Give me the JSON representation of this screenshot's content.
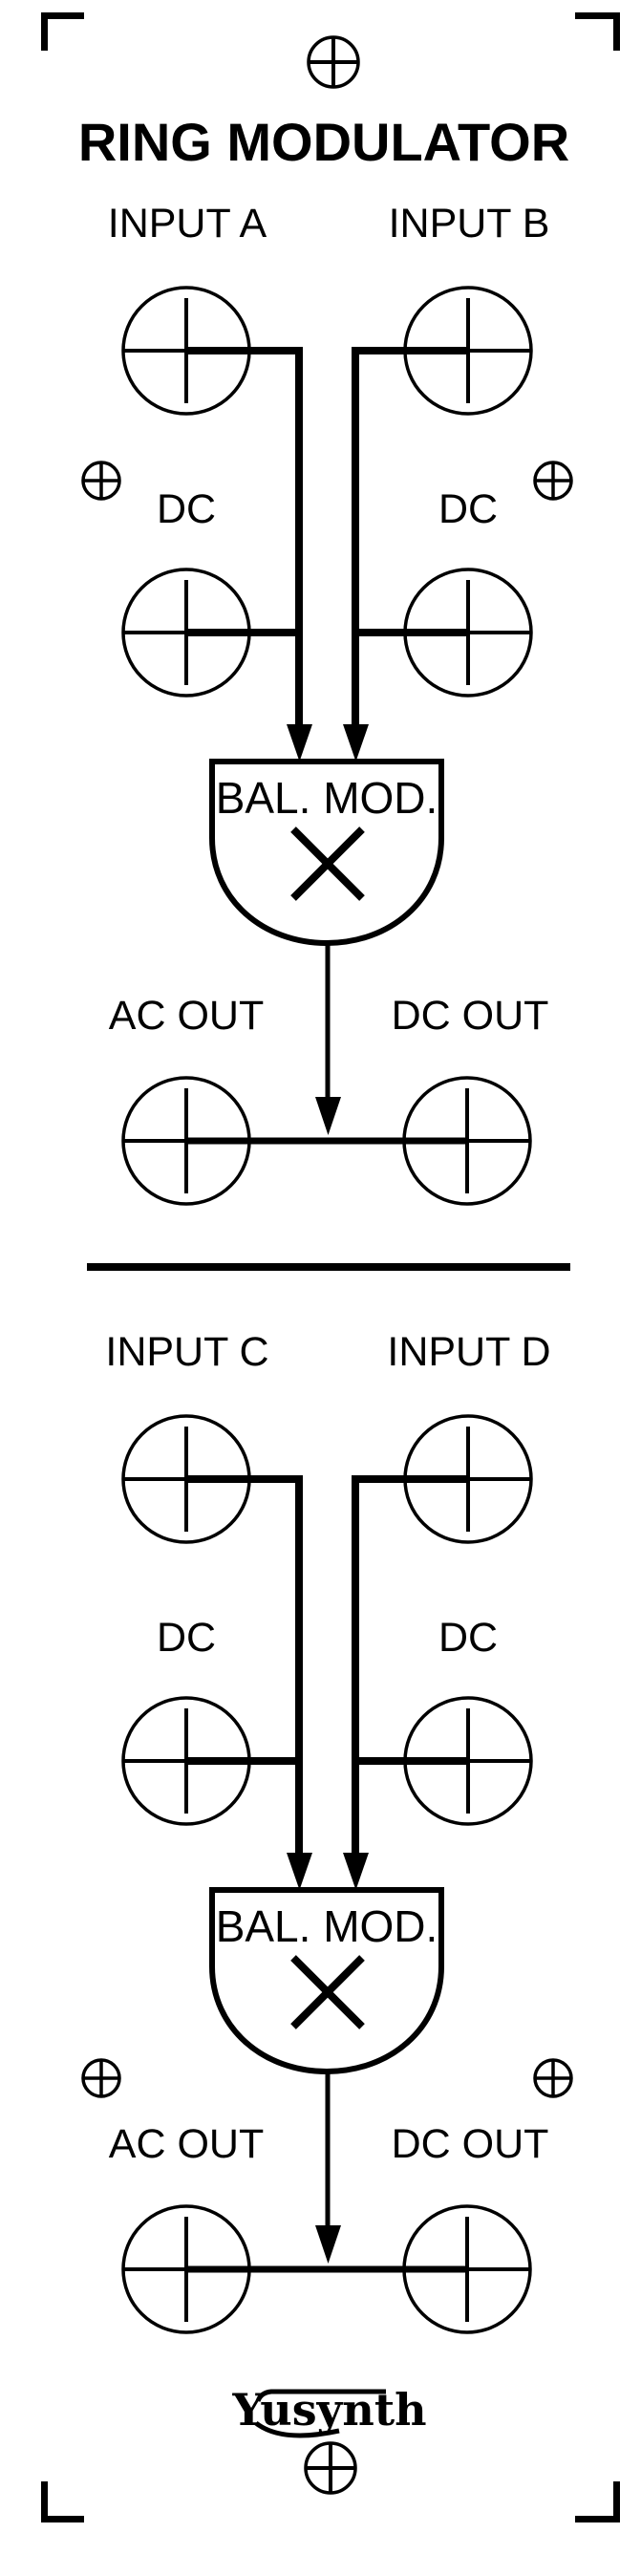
{
  "panel": {
    "title": "RING MODULATOR",
    "brand": "Yusynth",
    "colors": {
      "ink": "#000000",
      "background": "#ffffff"
    },
    "sections": [
      {
        "input_left": "INPUT A",
        "input_right": "INPUT B",
        "dc_left": "DC",
        "dc_right": "DC",
        "block_label": "BAL. MOD.",
        "out_left": "AC OUT",
        "out_right": "DC OUT"
      },
      {
        "input_left": "INPUT C",
        "input_right": "INPUT D",
        "dc_left": "DC",
        "dc_right": "DC",
        "block_label": "BAL. MOD.",
        "out_left": "AC OUT",
        "out_right": "DC OUT"
      }
    ]
  }
}
